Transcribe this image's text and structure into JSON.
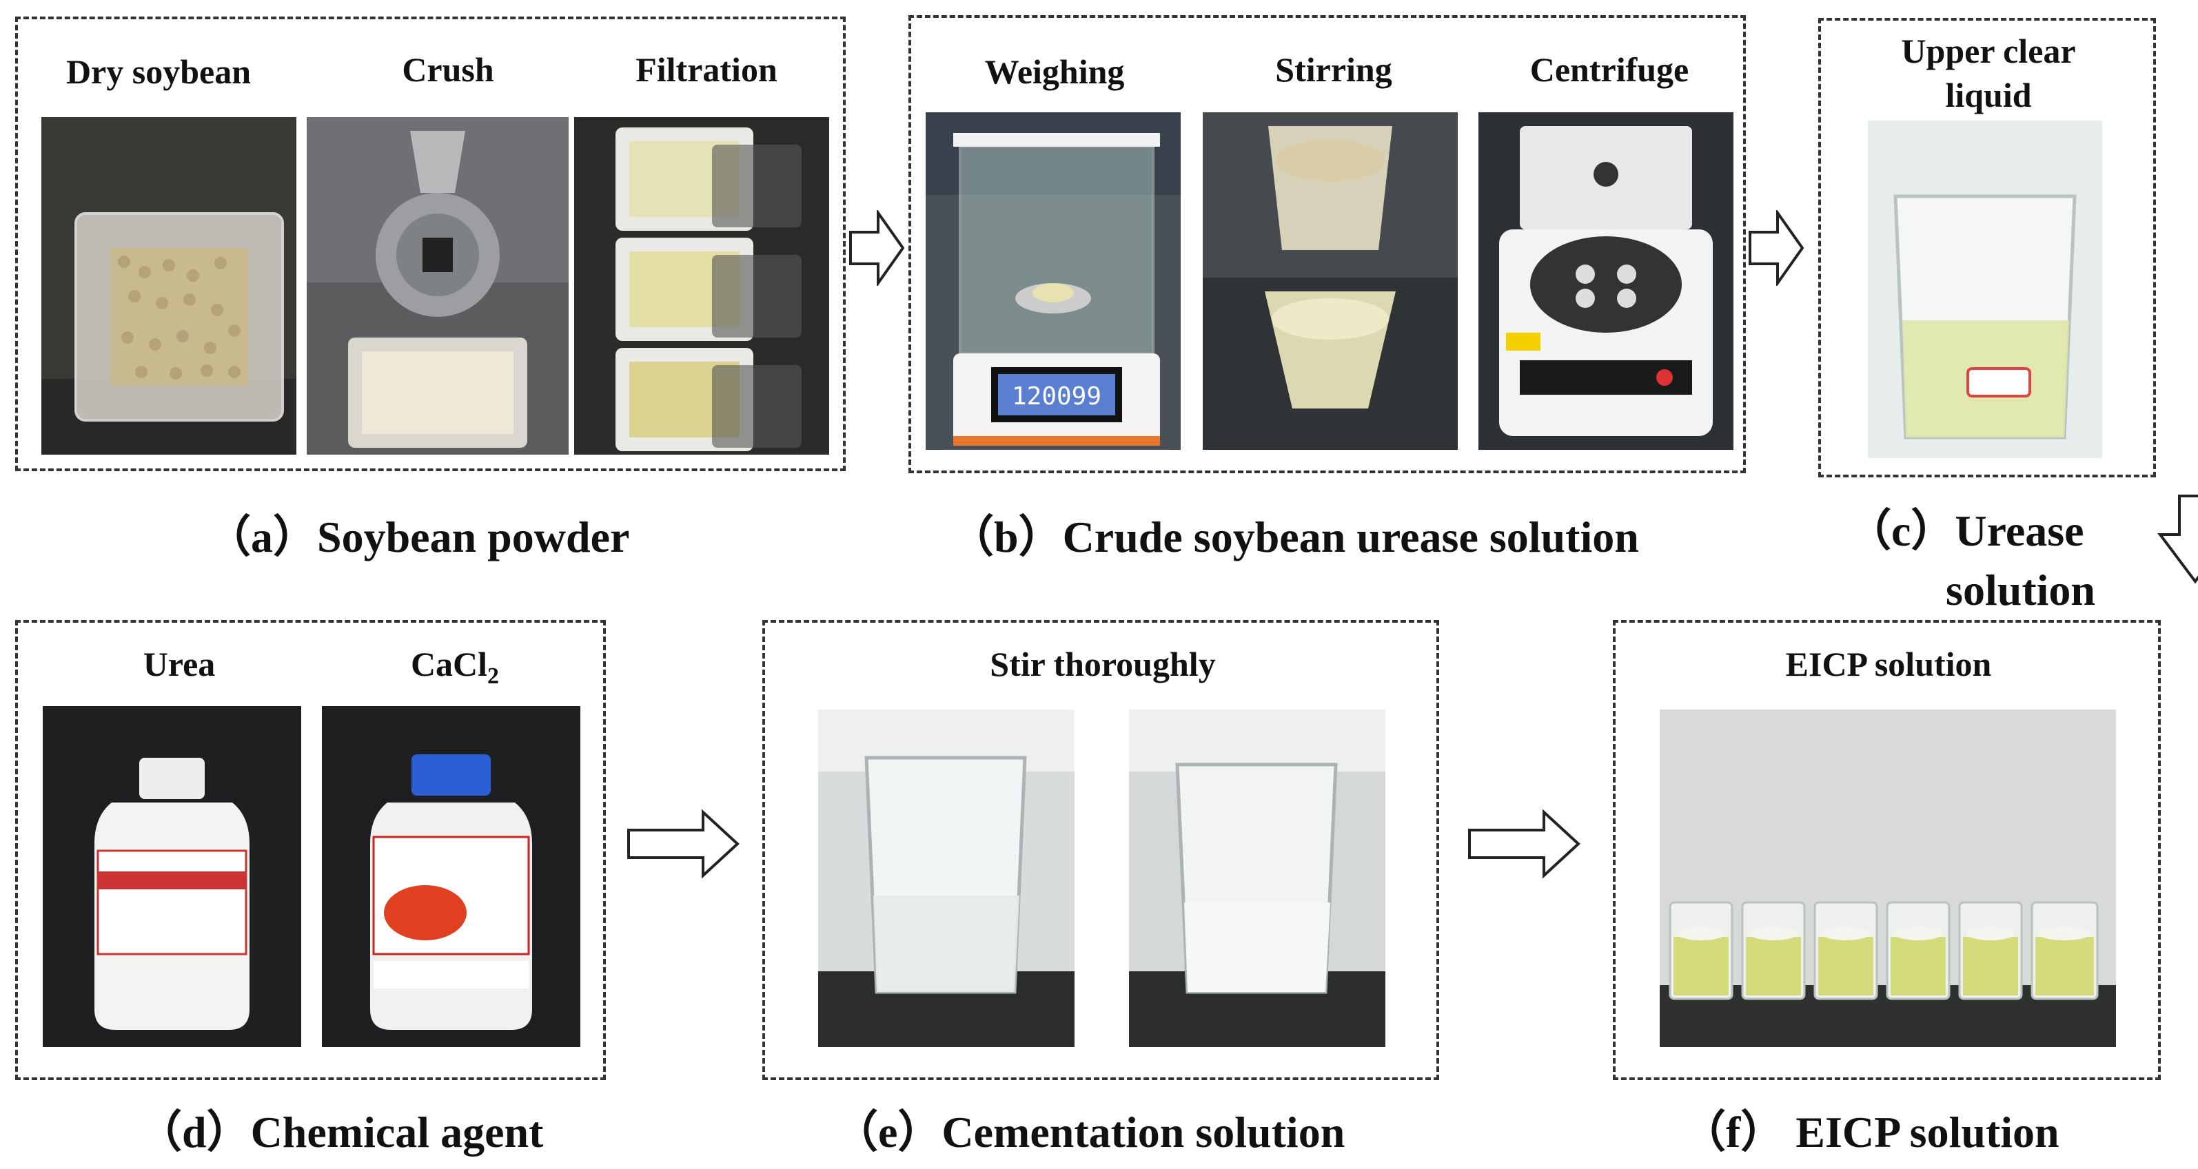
{
  "panels": {
    "a": {
      "caption": "（a）Soybean powder",
      "steps": [
        "Dry soybean",
        "Crush",
        "Filtration"
      ]
    },
    "b": {
      "caption": "（b）Crude soybean urease solution",
      "steps": [
        "Weighing",
        "Stirring",
        "Centrifuge"
      ],
      "balance_readout": "120099"
    },
    "c": {
      "caption_line1": "（c）Urease",
      "caption_line2": "solution",
      "step_line1": "Upper clear",
      "step_line2": "liquid"
    },
    "d": {
      "caption": "（d）Chemical agent",
      "steps": [
        "Urea",
        "CaCl"
      ],
      "cacl_subscript": "2"
    },
    "e": {
      "caption": "（e）Cementation solution",
      "step": "Stir thoroughly"
    },
    "f": {
      "caption": "（f） EICP solution",
      "step": "EICP solution"
    }
  },
  "photo_subjects": [
    "soybean-container-photo",
    "crusher-photo",
    "filtered-powder-photo",
    "balance-photo",
    "stirring-photo",
    "centrifuge-photo",
    "beaker-clear-liquid-photo",
    "urea-bottle-photo",
    "cacl2-bottle-photo",
    "clear-beaker-photo",
    "cloudy-beaker-photo",
    "eicp-beakers-photo"
  ],
  "colors": {
    "border": "#333333",
    "text": "#111111"
  }
}
